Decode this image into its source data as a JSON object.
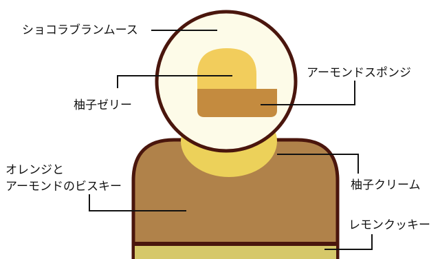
{
  "labels": {
    "chocolate_mousse": "ショコラブランムース",
    "yuzu_jelly": "柚子ゼリー",
    "almond_sponge": "アーモンドスポンジ",
    "biscuit_line1": "オレンジと",
    "biscuit_line2": "アーモンドのビスキー",
    "yuzu_cream": "柚子クリーム",
    "lemon_cookie": "レモンクッキー"
  },
  "colors": {
    "outline": "#4a160d",
    "mousse": "#fdfbe8",
    "yuzu_jelly": "#f2cd5c",
    "almond_sponge": "#c48b3f",
    "yuzu_cream": "#ecd15a",
    "biscuit": "#b0824a",
    "lemon_cookie": "#d6c86a",
    "leader_line": "#111111"
  }
}
